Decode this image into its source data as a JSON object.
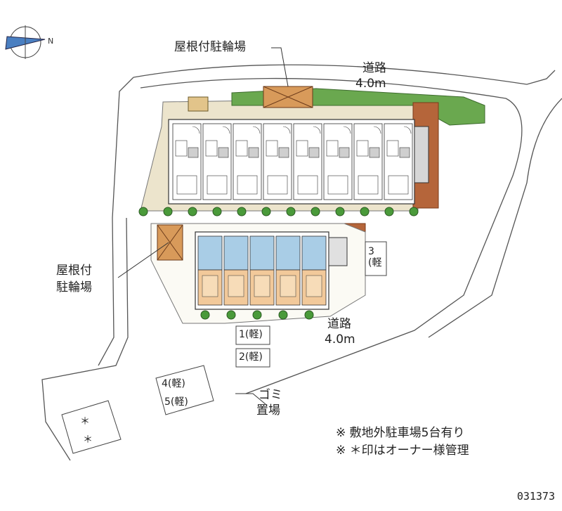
{
  "labels": {
    "covered_bike_parking_top": "屋根付駐輪場",
    "covered_bike_parking_left_1": "屋根付",
    "covered_bike_parking_left_2": "駐輪場",
    "road_top_name": "道路",
    "road_top_width": "4.0m",
    "road_right_name": "道路",
    "road_right_width": "4.0m",
    "garbage_1": "ゴミ",
    "garbage_2": "置場"
  },
  "parking_spaces": [
    {
      "number": "1",
      "label": "1(軽)"
    },
    {
      "number": "2",
      "label": "2(軽)"
    },
    {
      "number": "3",
      "label": "3\n(軽"
    },
    {
      "number": "4",
      "label": "4(軽)"
    },
    {
      "number": "5",
      "label": "5(軽)"
    }
  ],
  "owner_marks": [
    "＊",
    "＊"
  ],
  "notes": [
    "※ 敷地外駐車場5台有り",
    "※ ＊印はオーナー様管理"
  ],
  "property_code": "031373",
  "compass": {
    "direction_label": "N"
  },
  "colors": {
    "background": "#ffffff",
    "road_outline": "#555555",
    "grass": "#6aa84f",
    "tree": "#4a9a3a",
    "brick": "#b5653a",
    "building_unit": "#ffffff",
    "building_gray": "#9a9a9a",
    "unit_orange": "#f2c99a",
    "unit_blue": "#a9cde6",
    "ground_beige": "#e8dcc0"
  }
}
